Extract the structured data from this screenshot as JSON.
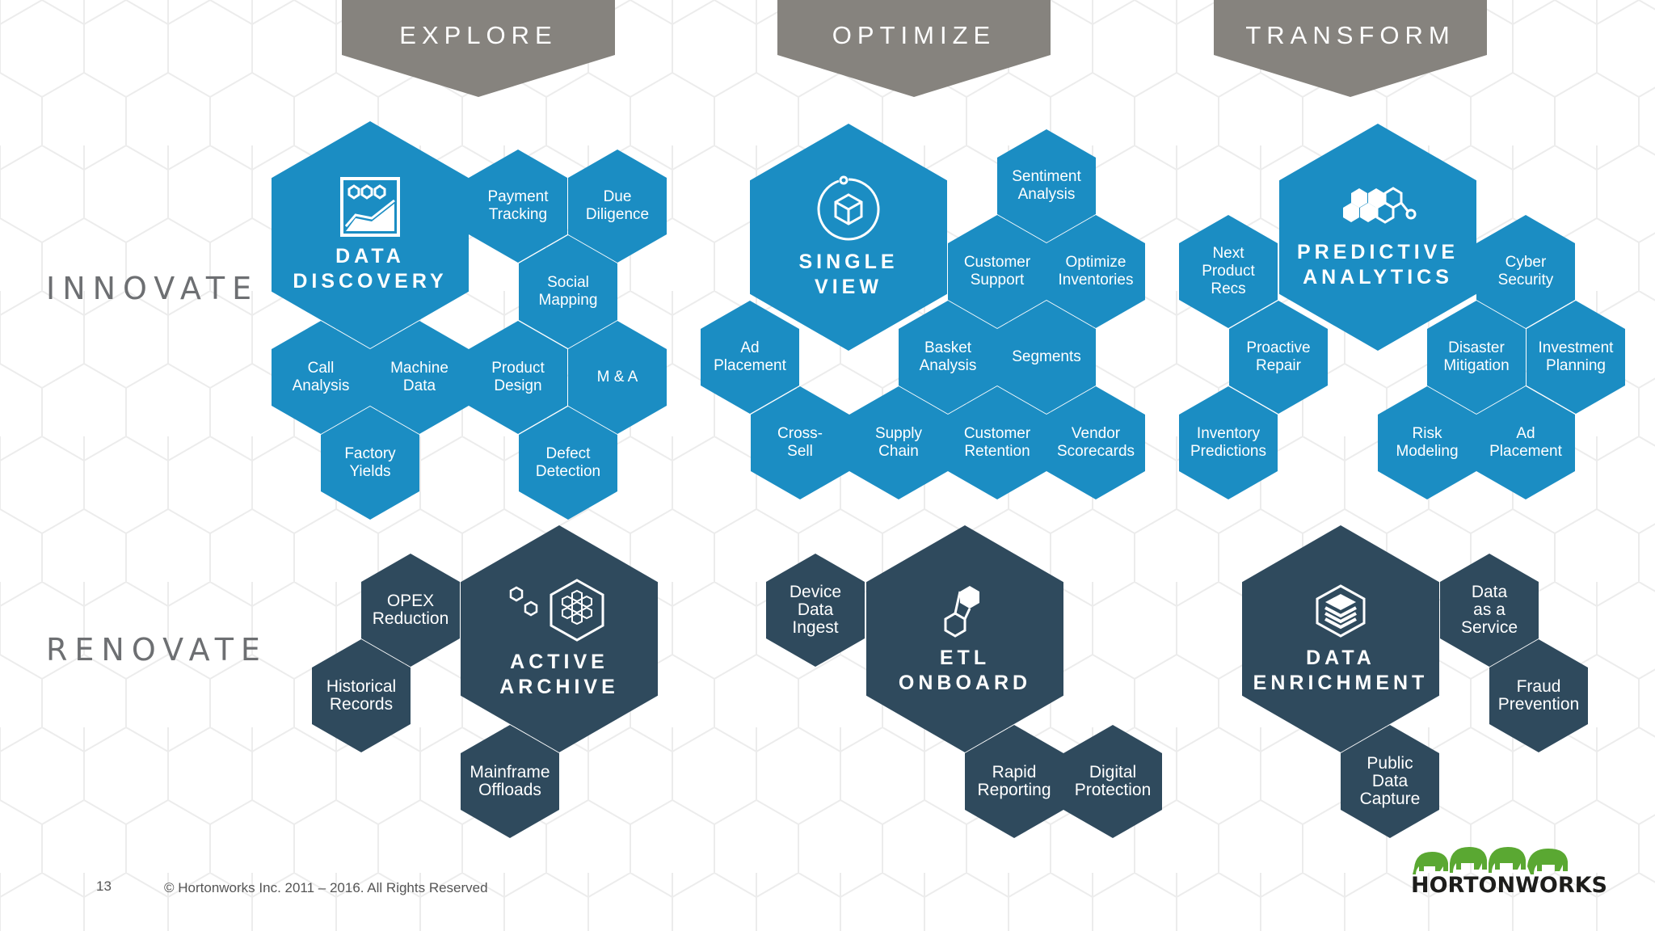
{
  "banners": {
    "explore": "EXPLORE",
    "optimize": "OPTIMIZE",
    "transform": "TRANSFORM"
  },
  "rows": {
    "innovate": "INNOVATE",
    "renovate": "RENOVATE"
  },
  "explore_innovate": {
    "data_discovery": "DATA\nDISCOVERY",
    "payment_tracking": "Payment\nTracking",
    "due_diligence": "Due\nDiligence",
    "social_mapping": "Social\nMapping",
    "call_analysis": "Call\nAnalysis",
    "machine_data": "Machine\nData",
    "product_design": "Product\nDesign",
    "m_and_a": "M & A",
    "factory_yields": "Factory\nYields",
    "defect_detection": "Defect\nDetection"
  },
  "optimize_innovate": {
    "single_view": "SINGLE\nVIEW",
    "sentiment_analysis": "Sentiment\nAnalysis",
    "customer_support": "Customer\nSupport",
    "optimize_inventories": "Optimize\nInventories",
    "ad_placement": "Ad\nPlacement",
    "basket_analysis": "Basket\nAnalysis",
    "segments": "Segments",
    "cross_sell": "Cross-\nSell",
    "supply_chain": "Supply\nChain",
    "customer_retention": "Customer\nRetention",
    "vendor_scorecards": "Vendor\nScorecards"
  },
  "transform_innovate": {
    "predictive_analytics": "PREDICTIVE\nANALYTICS",
    "next_product_recs": "Next\nProduct Recs",
    "cyber_security": "Cyber\nSecurity",
    "proactive_repair": "Proactive\nRepair",
    "disaster_mitigation": "Disaster\nMitigation",
    "investment_planning": "Investment\nPlanning",
    "inventory_predictions": "Inventory\nPredictions",
    "risk_modeling": "Risk\nModeling",
    "ad_placement": "Ad\nPlacement"
  },
  "explore_renovate": {
    "active_archive": "ACTIVE\nARCHIVE",
    "opex_reduction": "OPEX\nReduction",
    "historical_records": "Historical\nRecords",
    "mainframe_offloads": "Mainframe\nOffloads"
  },
  "optimize_renovate": {
    "etl_onboard": "ETL\nONBOARD",
    "device_data_ingest": "Device\nData\nIngest",
    "rapid_reporting": "Rapid\nReporting",
    "digital_protection": "Digital\nProtection"
  },
  "transform_renovate": {
    "data_enrichment": "DATA\nENRICHMENT",
    "data_as_a_service": "Data\nas a\nService",
    "fraud_prevention": "Fraud\nPrevention",
    "public_data_capture": "Public\nData\nCapture"
  },
  "footer": {
    "page_number": "13",
    "copyright": "© Hortonworks Inc. 2011 – 2016. All Rights Reserved",
    "logo_text": "HORTONWORKS"
  },
  "colors": {
    "blue": "#1b8dc3",
    "dark": "#2f4a5d",
    "banner": "#86837e",
    "label": "#6d6f72"
  },
  "icons": [
    "data-discovery-icon",
    "single-view-icon",
    "predictive-analytics-icon",
    "active-archive-icon",
    "etl-onboard-icon",
    "data-enrichment-icon",
    "elephant-logo"
  ]
}
